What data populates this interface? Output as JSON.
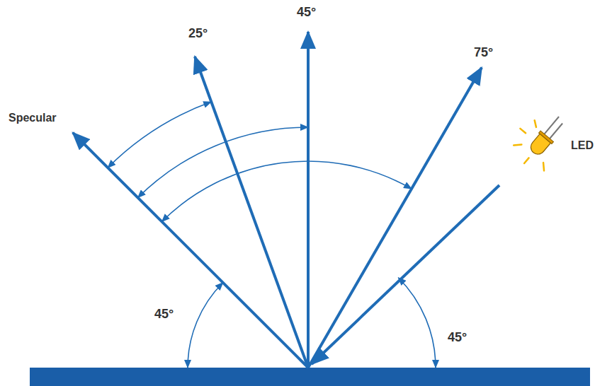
{
  "diagram": {
    "labels": [
      "Specular",
      "25°",
      "45°",
      "75°",
      "LED",
      "45°",
      "45°"
    ]
  }
}
